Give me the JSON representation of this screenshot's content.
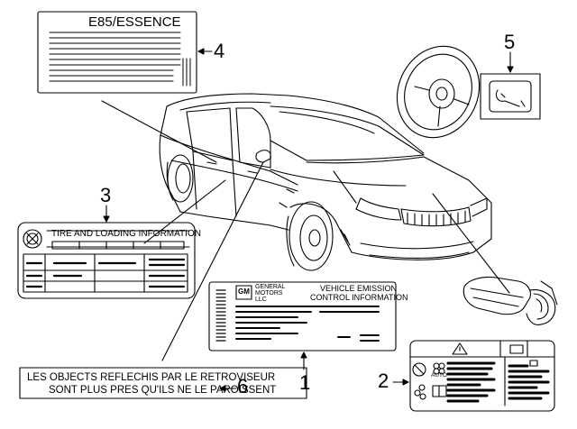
{
  "callouts": {
    "n1": "1",
    "n2": "2",
    "n3": "3",
    "n4": "4",
    "n5": "5",
    "n6": "6"
  },
  "label_e85": {
    "title": "E85/ESSENCE"
  },
  "label_tire": {
    "title": "TIRE AND LOADING INFORMATION"
  },
  "label_emission": {
    "maker_line1": "GENERAL",
    "maker_line2": "MOTORS",
    "maker_line3": "LLC",
    "logo_text": "GM",
    "title_line1": "VEHICLE EMISSION",
    "title_line2": "CONTROL INFORMATION"
  },
  "label_mirror": {
    "line1": "LES OBJECTS REFLECHIS PAR LE RETROVISEUR",
    "line2": "SONT PLUS PRES QU'ILS NE LE PAROISSENT"
  },
  "label_airbag": {
    "auto_text": "AUTO"
  },
  "icons": {
    "service": "wrench-icon",
    "steering": "steering-wheel-icon",
    "warning": "warning-triangle-icon"
  }
}
